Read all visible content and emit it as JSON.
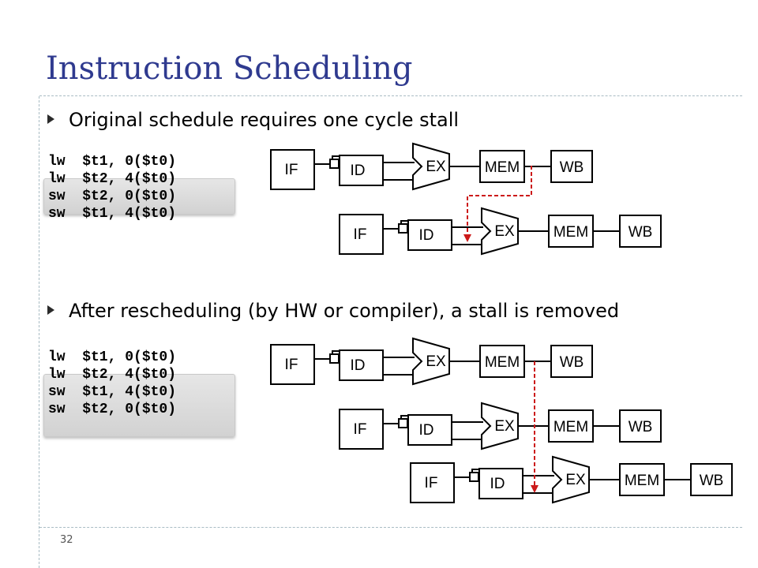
{
  "title": "Instruction Scheduling",
  "bullets": [
    "Original schedule requires one cycle stall",
    "After rescheduling (by HW or compiler), a stall is removed"
  ],
  "code_original": [
    "lw  $t1, 0($t0)",
    "lw  $t2, 4($t0)",
    "sw  $t2, 0($t0)",
    "sw  $t1, 4($t0)"
  ],
  "code_rescheduled": [
    "lw  $t1, 0($t0)",
    "lw  $t2, 4($t0)",
    "sw  $t1, 4($t0)",
    "sw  $t2, 0($t0)"
  ],
  "stages": [
    "IF",
    "ID",
    "EX",
    "MEM",
    "WB"
  ],
  "page_number": "32",
  "colors": {
    "title": "#2f3a8f",
    "forward_arrow": "#cc1a1a",
    "rule": "#a9bcc4"
  }
}
